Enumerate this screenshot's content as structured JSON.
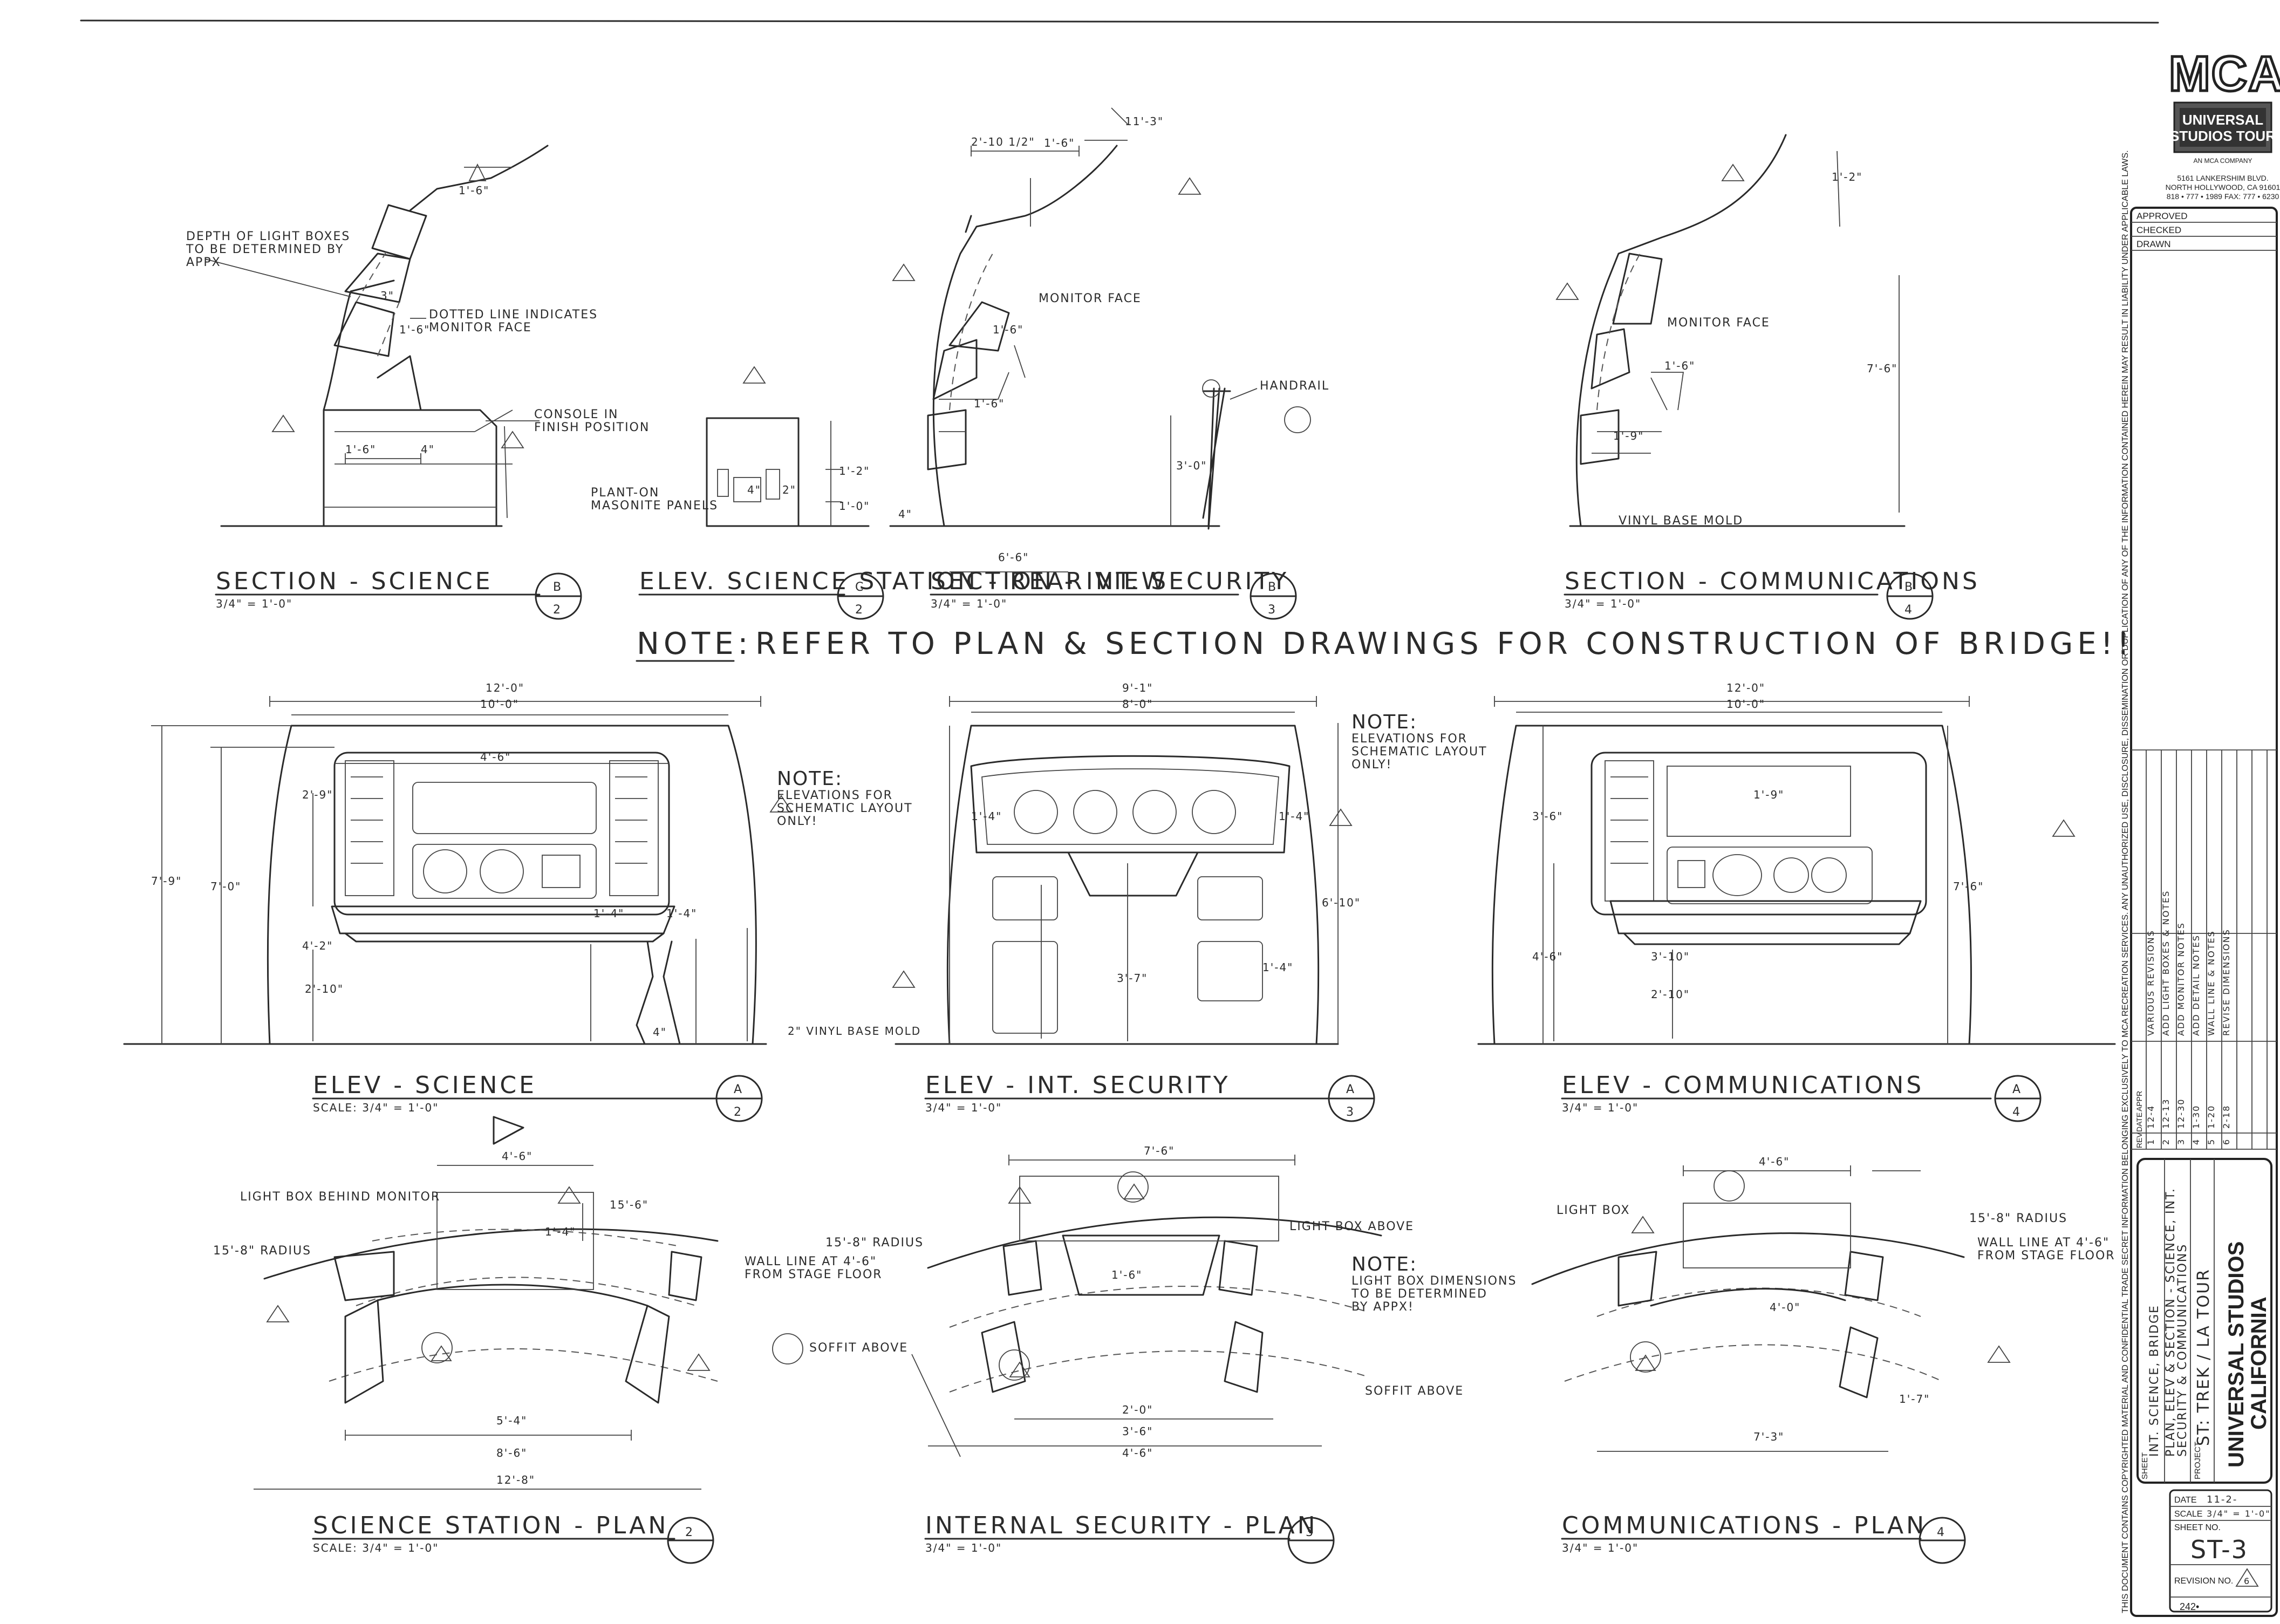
{
  "note": {
    "head": "NOTE:",
    "text": "REFER TO PLAN & SECTION DRAWINGS FOR CONSTRUCTION OF BRIDGE!!"
  },
  "sections": {
    "b2": {
      "title": "SECTION - SCIENCE",
      "scale": "3/4\" = 1'-0\"",
      "mark_letter": "B",
      "mark_num": "2"
    },
    "c2": {
      "title": "ELEV. SCIENCE STATION - REAR VIEW",
      "mark_letter": "C",
      "mark_num": "2"
    },
    "b3": {
      "title": "SECTION - INT. SECURITY",
      "scale": "3/4\" = 1'-0\"",
      "mark_letter": "B",
      "mark_num": "3"
    },
    "b4": {
      "title": "SECTION - COMMUNICATIONS",
      "scale": "3/4\" = 1'-0\"",
      "mark_letter": "B",
      "mark_num": "4"
    }
  },
  "elevations": {
    "a2": {
      "title": "ELEV - SCIENCE",
      "scale": "SCALE: 3/4\" = 1'-0\"",
      "mark_letter": "A",
      "mark_num": "2"
    },
    "a3": {
      "title": "ELEV - INT. SECURITY",
      "scale": "3/4\" = 1'-0\"",
      "mark_letter": "A",
      "mark_num": "3"
    },
    "a4": {
      "title": "ELEV - COMMUNICATIONS",
      "scale": "3/4\" = 1'-0\"",
      "mark_letter": "A",
      "mark_num": "4"
    }
  },
  "plans": {
    "p2": {
      "title": "SCIENCE STATION - PLAN",
      "scale": "SCALE: 3/4\" = 1'-0\"",
      "mark_num": "2"
    },
    "p3": {
      "title": "INTERNAL SECURITY - PLAN",
      "scale": "3/4\" = 1'-0\"",
      "mark_num": "3"
    },
    "p4": {
      "title": "COMMUNICATIONS - PLAN",
      "scale": "3/4\" = 1'-0\"",
      "mark_num": "4"
    }
  },
  "annotations": {
    "depth_light_boxes": [
      "DEPTH OF LIGHT BOXES",
      "TO BE DETERMINED BY",
      "APPX"
    ],
    "dotted_line": [
      "DOTTED LINE INDICATES",
      "MONITOR FACE"
    ],
    "console_finish": [
      "CONSOLE IN",
      "FINISH POSITION"
    ],
    "plant_on": [
      "PLANT-ON",
      "MASONITE PANELS"
    ],
    "monitor_face": "MONITOR FACE",
    "handrail": "HANDRAIL",
    "vinyl_base_mold": "VINYL BASE MOLD",
    "elev_note_1": [
      "NOTE:",
      "ELEVATIONS FOR",
      "SCHEMATIC LAYOUT",
      "ONLY!"
    ],
    "elev_note_2": [
      "NOTE:",
      "ELEVATIONS FOR",
      "SCHEMATIC LAYOUT",
      "ONLY!"
    ],
    "light_box_behind": "LIGHT BOX BEHIND MONITOR",
    "radius_15_8": "15'-8\" RADIUS",
    "wall_line": [
      "WALL LINE AT 4'-6\"",
      "FROM STAGE FLOOR"
    ],
    "light_box_above": "LIGHT BOX ABOVE",
    "light_box": "LIGHT BOX",
    "light_box_dims": [
      "NOTE:",
      "LIGHT BOX DIMENSIONS",
      "TO BE DETERMINED",
      "BY APPX!"
    ],
    "soffit_above": "SOFFIT ABOVE"
  },
  "dimensions": {
    "b2": [
      "1'-6\"",
      "1'-6\"",
      "1'-6\"",
      "4\"",
      "3\""
    ],
    "c2": [
      "4\"",
      "2\"",
      "1'-2\"",
      "1'-0\""
    ],
    "b3": [
      "11'-3\"",
      "2'-10 1/2\"",
      "1'-6\"",
      "1'-6\"",
      "1'-6\"",
      "3'-0\"",
      "6'-6\"",
      "4\""
    ],
    "b4": [
      "1'-2\"",
      "1'-6\"",
      "1'-9\"",
      "7'-6\""
    ],
    "a2": [
      "12'-0\"",
      "10'-0\"",
      "4'-6\"",
      "2'-9\"",
      "7'-9\"",
      "7'-0\"",
      "4'-2\"",
      "2'-10\"",
      "1'-4\"",
      "1'-4\"",
      "4\""
    ],
    "a3": [
      "9'-1\"",
      "8'-0\"",
      "1'-4\"",
      "1'-4\"",
      "6'-10\"",
      "3'-7\"",
      "1'-4\""
    ],
    "a4": [
      "12'-0\"",
      "10'-0\"",
      "3'-6\"",
      "1'-9\"",
      "4'-6\"",
      "7'-6\"",
      "3'-10\"",
      "2'-10\""
    ],
    "p2": [
      "4'-6\"",
      "15'-6\"",
      "1'-4\"",
      "5'-4\"",
      "8'-6\"",
      "12'-8\""
    ],
    "p3": [
      "7'-6\"",
      "1'-6\"",
      "2'-0\"",
      "3'-6\"",
      "4'-6\""
    ],
    "p4": [
      "4'-6\"",
      "4'-0\"",
      "7'-3\"",
      "1'-7\""
    ],
    "v_vinyl": "2\" VINYL BASE MOLD"
  },
  "side_text": "THIS DOCUMENT CONTAINS COPYRIGHTED MATERIAL AND CONFIDENTIAL TRADE SECRET INFORMATION BELONGING EXCLUSIVELY TO MCA RECREATION SERVICES. ANY UNAUTHORIZED USE, DISCLOSURE, DISSEMINATION OR DUPLICATION OF ANY OF THE INFORMATION CONTAINED HEREIN MAY RESULT IN LIABILITY UNDER APPLICABLE LAWS.",
  "title_block": {
    "logo_mca": "MCA",
    "logo_ust_1": "UNIVERSAL",
    "logo_ust_2": "STUDIOS TOUR",
    "logo_sub": "AN MCA COMPANY",
    "address_1": "5161 LANKERSHIM BLVD.",
    "address_2": "NORTH HOLLYWOOD, CA 91601",
    "address_3": "818 • 777 • 1989   FAX: 777 • 6230",
    "approved": "APPROVED",
    "checked": "CHECKED",
    "drawn": "DRAWN",
    "rev_col": "REV",
    "date_col": "DATE",
    "appr_col": "APPR",
    "revisions": [
      {
        "rev": "1",
        "date": "12-4",
        "desc": "VARIOUS REVISIONS"
      },
      {
        "rev": "2",
        "date": "12-13",
        "desc": "ADD LIGHT BOXES & NOTES"
      },
      {
        "rev": "3",
        "date": "12-30",
        "desc": "ADD MONITOR NOTES"
      },
      {
        "rev": "4",
        "date": "1-30",
        "desc": "ADD DETAIL NOTES"
      },
      {
        "rev": "5",
        "date": "1-20",
        "desc": "WALL LINE & NOTES"
      },
      {
        "rev": "6",
        "date": "2-18",
        "desc": "REVISE DIMENSIONS"
      }
    ],
    "sheet_label": "SHEET",
    "sheet_title": [
      "INT. SCIENCE, BRIDGE",
      "PLAN, ELEV & SECTION - SCIENCE, INT.",
      "SECURITY & COMMUNICATIONS"
    ],
    "project_label": "PROJECT",
    "project": "ST: TREK / LA TOUR",
    "studio_1": "UNIVERSAL STUDIOS",
    "studio_2": "CALIFORNIA",
    "date_label": "DATE",
    "date_value": "11-2-",
    "scale_label": "SCALE",
    "scale_value": "3/4\" = 1'-0\"",
    "sheet_no_label": "SHEET NO.",
    "sheet_no": "ST-3",
    "revision_no_label": "REVISION NO.",
    "revision_no": "6",
    "footer_no": "242•"
  }
}
